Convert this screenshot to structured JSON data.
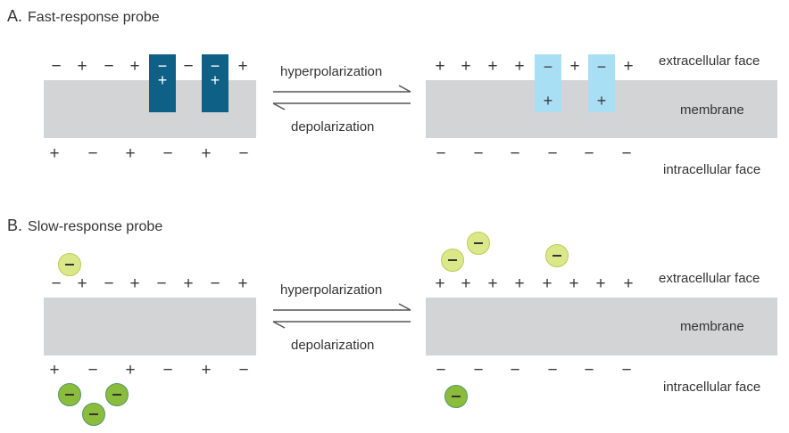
{
  "panels": [
    {
      "letter": "A.",
      "title": "Fast-response probe",
      "resting": {
        "extracellular_signs": [
          "−",
          "+",
          "−",
          "+",
          "−",
          "+"
        ],
        "intracellular_signs": [
          "+",
          "−",
          "+",
          "−",
          "+",
          "−"
        ],
        "probes": [
          {
            "top": "−",
            "bottom": "+",
            "color": "#0f6087"
          },
          {
            "top": "−",
            "bottom": "+",
            "color": "#0f6087"
          }
        ]
      },
      "hyperpolarized": {
        "extracellular_signs": [
          "+",
          "+",
          "+",
          "+",
          "+",
          "+"
        ],
        "intracellular_signs": [
          "−",
          "−",
          "−",
          "−",
          "−",
          "−"
        ],
        "probes": [
          {
            "top": "−",
            "bottom": "+",
            "color": "#a9dff5"
          },
          {
            "top": "−",
            "bottom": "+",
            "color": "#a9dff5"
          }
        ]
      },
      "forward_label": "hyperpolarization",
      "reverse_label": "depolarization",
      "face_labels": {
        "extracellular": "extracellular face",
        "membrane": "membrane",
        "intracellular": "intracellular face"
      }
    },
    {
      "letter": "B.",
      "title": "Slow-response probe",
      "resting": {
        "extracellular_signs": [
          "−",
          "+",
          "−",
          "+",
          "−",
          "+",
          "−",
          "+"
        ],
        "intracellular_signs": [
          "+",
          "−",
          "+",
          "−",
          "+",
          "−"
        ],
        "ions_outside": 1,
        "ions_inside": 3
      },
      "hyperpolarized": {
        "extracellular_signs": [
          "+",
          "+",
          "+",
          "+",
          "+",
          "+",
          "+",
          "+"
        ],
        "intracellular_signs": [
          "−",
          "−",
          "−",
          "−",
          "−",
          "−"
        ],
        "ions_outside": 3,
        "ions_inside": 1
      },
      "forward_label": "hyperpolarization",
      "reverse_label": "depolarization",
      "face_labels": {
        "extracellular": "extracellular face",
        "membrane": "membrane",
        "intracellular": "intracellular face"
      }
    }
  ],
  "ion_charge": "−",
  "colors": {
    "membrane": "#d3d4d6",
    "probe_resting": "#0f6087",
    "probe_hyperpolarized": "#a9dff5",
    "ion_outside": "#dbe88a",
    "ion_inside": "#8cbc3b"
  }
}
